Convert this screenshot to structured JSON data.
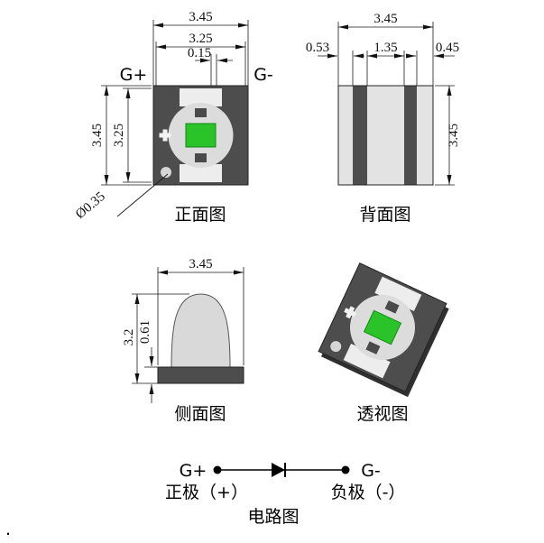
{
  "front": {
    "label": "正面图",
    "pin_left": "G+",
    "pin_right": "G-",
    "dim_width_outer": "3.45",
    "dim_width_inner": "3.25",
    "dim_gap": "0.15",
    "dim_height_outer": "3.45",
    "dim_height_inner": "3.25",
    "dim_hole": "Ø0.35"
  },
  "back": {
    "label": "背面图",
    "dim_width": "3.45",
    "dim_seg_left": "0.53",
    "dim_seg_mid": "1.35",
    "dim_seg_right": "0.45",
    "dim_height": "3.45"
  },
  "side": {
    "label": "侧面图",
    "dim_width": "3.45",
    "dim_height": "3.2",
    "dim_base": "0.61"
  },
  "perspective": {
    "label": "透视图"
  },
  "circuit": {
    "label": "电路图",
    "pin_left": "G+",
    "pin_right": "G-",
    "anode_label": "正极（+）",
    "cathode_label": "负极（-）"
  },
  "footer_dot": ".",
  "colors": {
    "chip_green": "#2ac42a",
    "chip_green_border": "#128a12",
    "body_gray": "#4d4d4d",
    "lens_gray": "#dcdcdc",
    "notch_light": "#ededed"
  }
}
